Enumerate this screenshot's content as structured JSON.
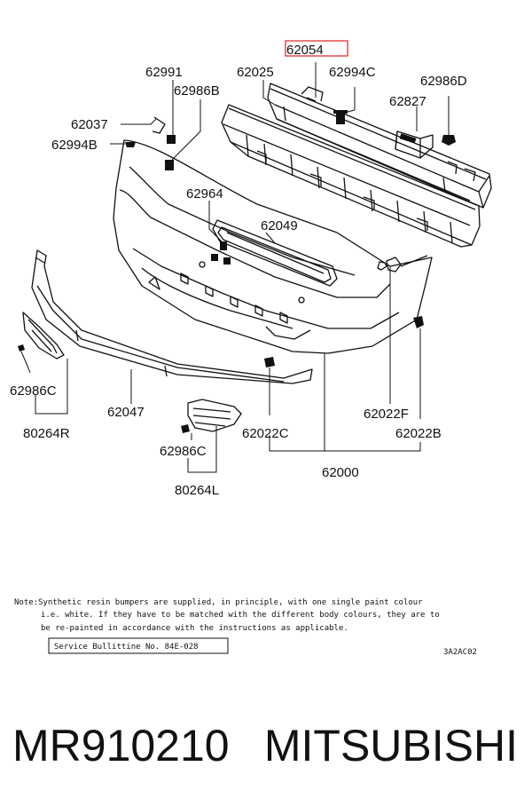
{
  "parts": {
    "p62054": "62054",
    "p62991": "62991",
    "p62025": "62025",
    "p62994C": "62994C",
    "p62986D": "62986D",
    "p62986B": "62986B",
    "p62827": "62827",
    "p62037": "62037",
    "p62994B": "62994B",
    "p62964": "62964",
    "p62049": "62049",
    "p62986C_left": "62986C",
    "p80264R": "80264R",
    "p62047": "62047",
    "p62022F": "62022F",
    "p62022C": "62022C",
    "p62022B": "62022B",
    "p62986C_mid": "62986C",
    "p62000": "62000",
    "p80264L": "80264L"
  },
  "note": {
    "line1": "Note:Synthetic resin bumpers are supplied, in principle, with one single paint colour",
    "line2": "i.e. white. If they have to be matched with the different body colours, they are to",
    "line3": "be re-painted in accordance with the instructions as applicable."
  },
  "service_bulletin": "Service Bullittine No. 84E-028",
  "diagram_code": "3A2AC02",
  "part_number": "MR910210",
  "brand": "MITSUBISHI",
  "colors": {
    "highlight": "#e03030",
    "ink": "#111111"
  }
}
